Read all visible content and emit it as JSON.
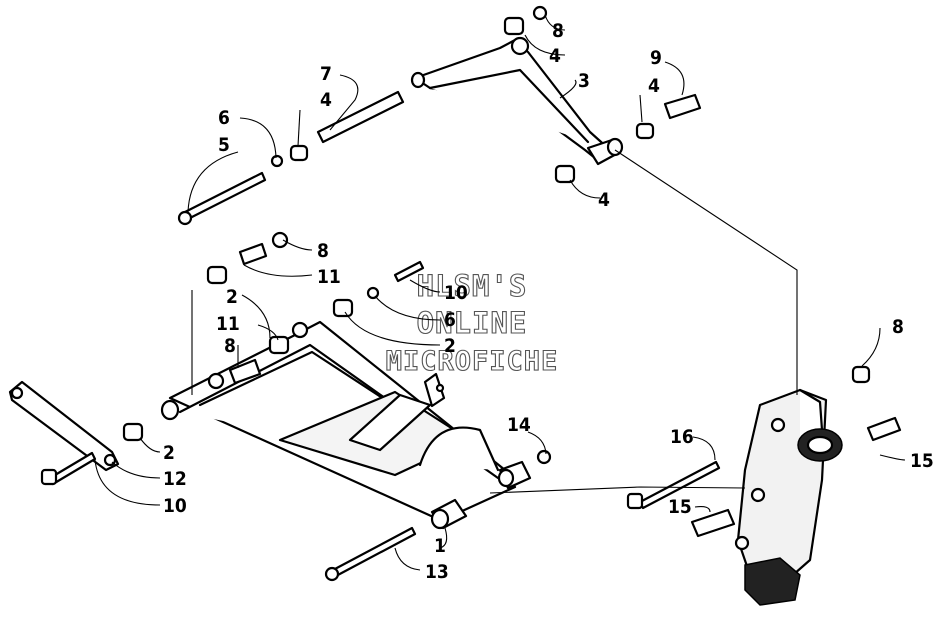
{
  "watermark": {
    "line1": "HLSM'S",
    "line2": "ONLINE",
    "line3": "MICROFICHE"
  },
  "callouts": [
    "8",
    "4",
    "3",
    "7",
    "4",
    "9",
    "4",
    "6",
    "5",
    "4",
    "8",
    "11",
    "10",
    "2",
    "6",
    "11",
    "2",
    "8",
    "14",
    "16",
    "8",
    "15",
    "15",
    "2",
    "12",
    "10",
    "1",
    "13"
  ]
}
